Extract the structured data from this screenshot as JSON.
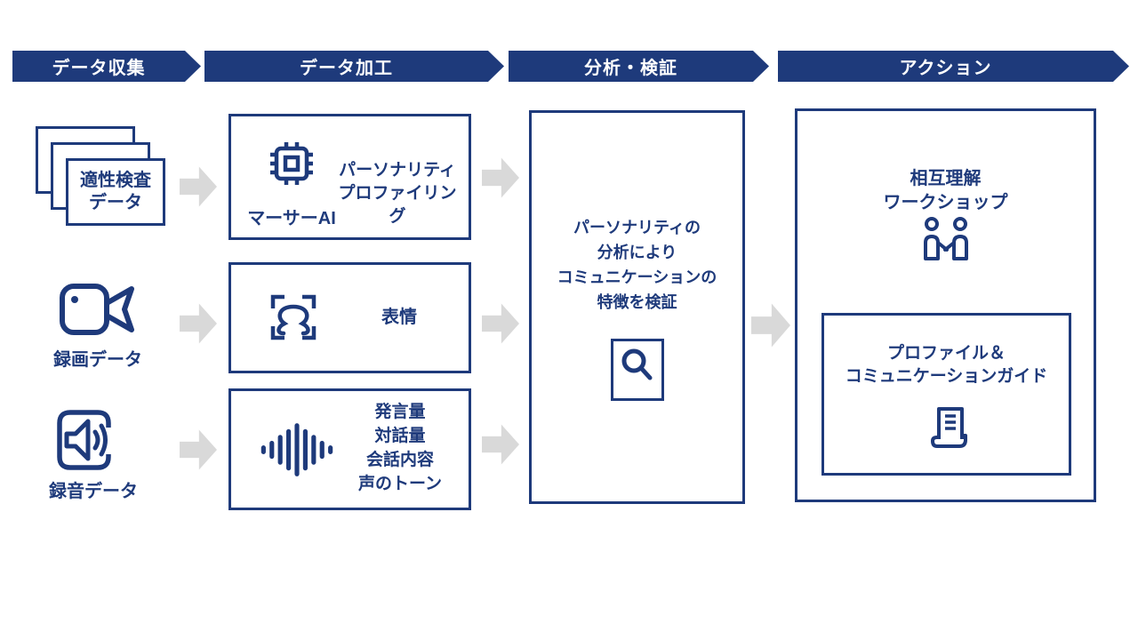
{
  "colors": {
    "navy": "#1e3a7b",
    "arrow_gray": "#d9d9d9",
    "background": "#ffffff"
  },
  "stages": [
    {
      "label": "データ収集"
    },
    {
      "label": "データ加工"
    },
    {
      "label": "分析・検証"
    },
    {
      "label": "アクション"
    }
  ],
  "sources": {
    "aptitude": {
      "line1": "適性検査",
      "line2": "データ"
    },
    "video": {
      "label": "録画データ"
    },
    "audio": {
      "label": "録音データ"
    }
  },
  "processing": {
    "ai": {
      "caption": "マーサーAI",
      "line1": "パーソナリティ",
      "line2": "プロファイリング"
    },
    "face": {
      "line1": "表情"
    },
    "voice": {
      "line1": "発言量",
      "line2": "対話量",
      "line3": "会話内容",
      "line4": "声のトーン"
    }
  },
  "analysis": {
    "line1": "パーソナリティの",
    "line2": "分析により",
    "line3": "コミュニケーションの",
    "line4": "特徴を検証"
  },
  "action": {
    "workshop": {
      "line1": "相互理解",
      "line2": "ワークショップ"
    },
    "guide": {
      "line1": "プロファイル＆",
      "line2": "コミュニケーションガイド"
    }
  }
}
